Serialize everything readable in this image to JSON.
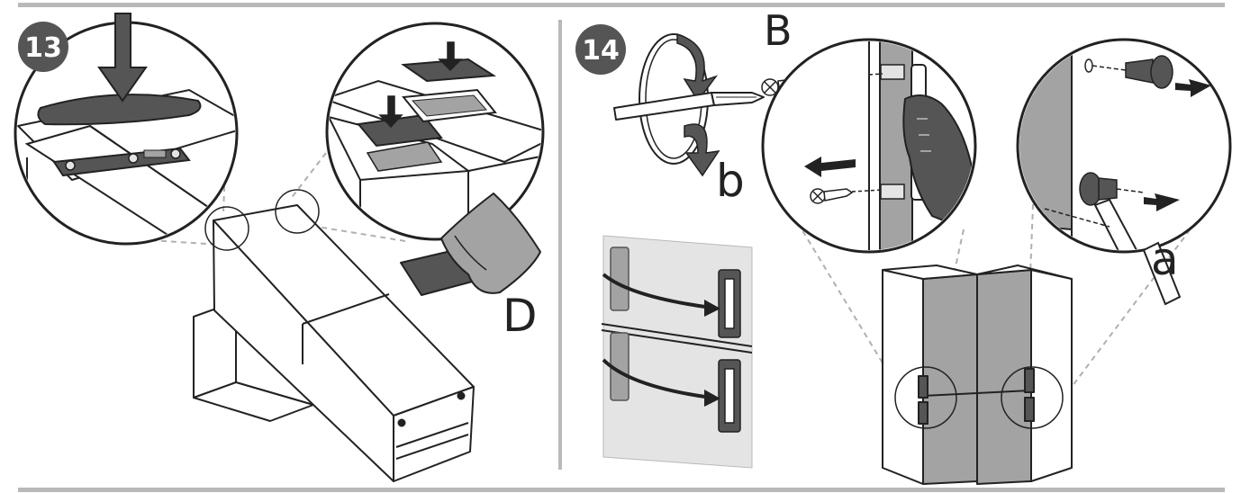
{
  "colors": {
    "ink": "#222222",
    "dark_gray": "#555555",
    "mid_gray": "#a3a3a3",
    "light_gray": "#e4e4e4",
    "rule": "#b9b9b9",
    "step_badge": "#555555"
  },
  "step13": {
    "number": "13",
    "label_d": "D"
  },
  "step14": {
    "number": "14",
    "label_b_upper": "B",
    "label_b_lower": "b",
    "label_a": "a"
  },
  "icons": [
    "down-arrow-icon",
    "rotate-arrow-icon",
    "screwdriver-icon",
    "screw-icon",
    "hand-icon",
    "right-arrow-icon",
    "left-arrow-icon",
    "curved-arrow-icon"
  ]
}
